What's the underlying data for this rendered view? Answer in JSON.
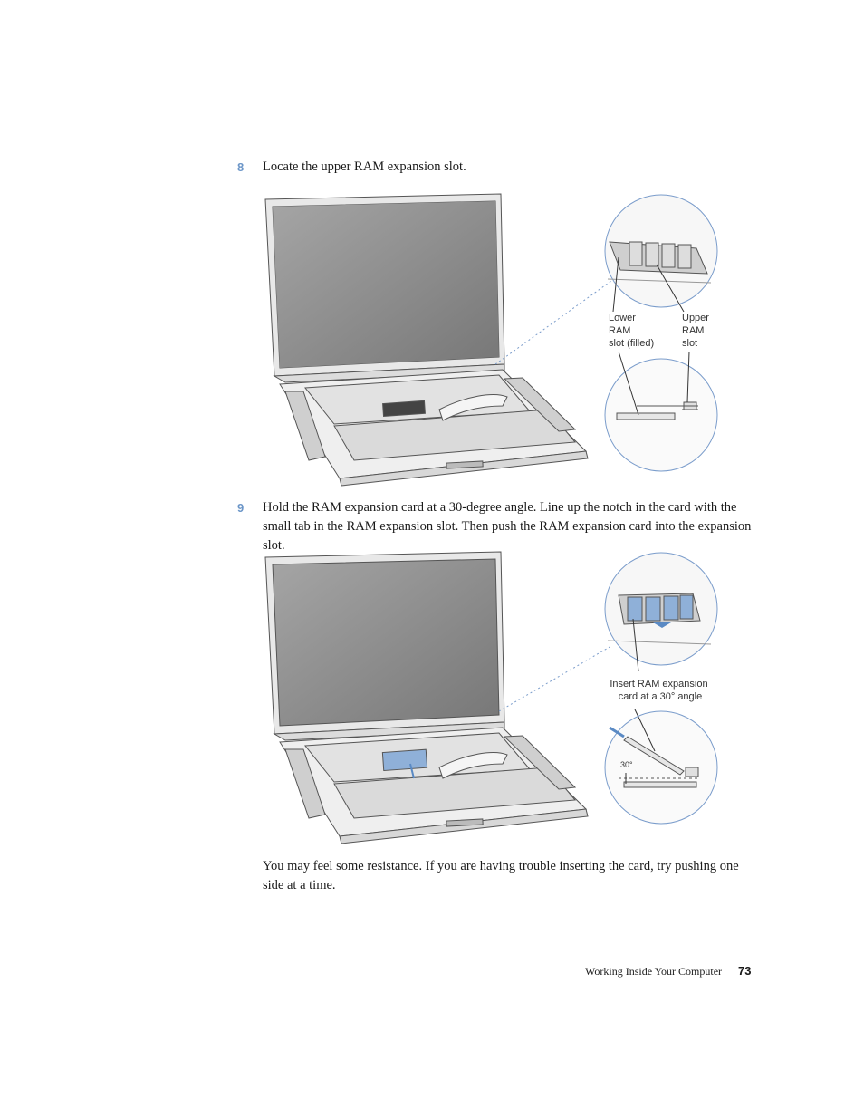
{
  "steps": [
    {
      "number": "8",
      "text": "Locate the upper RAM expansion slot."
    },
    {
      "number": "9",
      "text": "Hold the RAM expansion card at a 30-degree angle. Line up the notch in the card with the small tab in the RAM expansion slot. Then push the RAM expansion card into the expansion slot."
    }
  ],
  "figure1": {
    "callout_lower": [
      "Lower",
      "RAM",
      "slot (filled)"
    ],
    "callout_upper": [
      "Upper",
      "RAM",
      "slot"
    ]
  },
  "figure2": {
    "callout_insert": [
      "Insert RAM expansion",
      "card at a 30° angle"
    ],
    "angle_label": "30°"
  },
  "note": "You may feel some resistance. If you are having trouble inserting the card, try pushing one side at a time.",
  "footer": {
    "section": "Working Inside Your Computer",
    "page": "73"
  }
}
